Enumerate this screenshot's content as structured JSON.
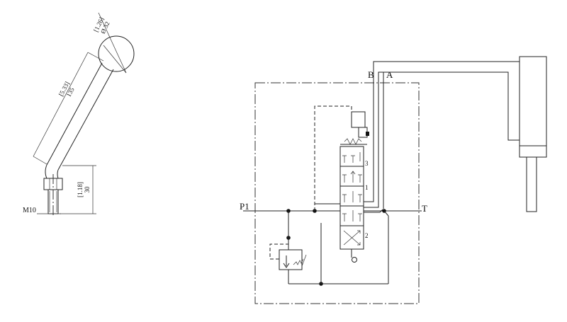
{
  "lever_drawing": {
    "dim_knob": "[1.26]",
    "dim_knob_mm": "Ø 32",
    "dim_handle": "[5.33]",
    "dim_handle_mm": "135",
    "dim_height": "[1.18]",
    "dim_height_mm": "30",
    "thread": "M10"
  },
  "schematic": {
    "port_p1": "P1",
    "port_t": "T",
    "port_a": "A",
    "port_b": "B",
    "spool_pos_1": "1",
    "spool_pos_2": "2",
    "spool_pos_3": "3"
  },
  "colors": {
    "line": "#222222",
    "background": "#ffffff"
  }
}
